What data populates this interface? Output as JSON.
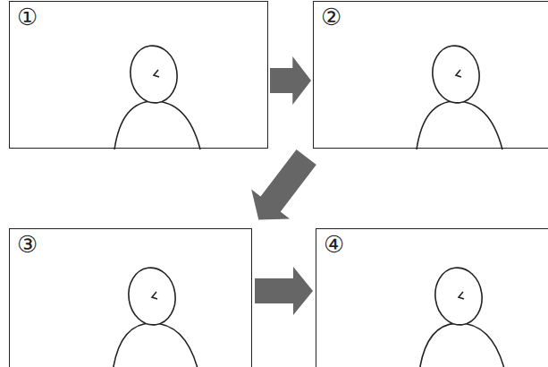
{
  "diagram": {
    "nodes": [
      {
        "text": [
          "①"
        ]
      },
      {
        "text": [
          "②"
        ]
      },
      {
        "text": [
          "③"
        ]
      },
      {
        "text": [
          "④"
        ]
      }
    ],
    "edges": [
      {
        "from": 0,
        "to": 1,
        "arrow": "to"
      },
      {
        "from": 1,
        "to": 2,
        "arrow": "to"
      },
      {
        "from": 2,
        "to": 3,
        "arrow": "to"
      }
    ]
  }
}
